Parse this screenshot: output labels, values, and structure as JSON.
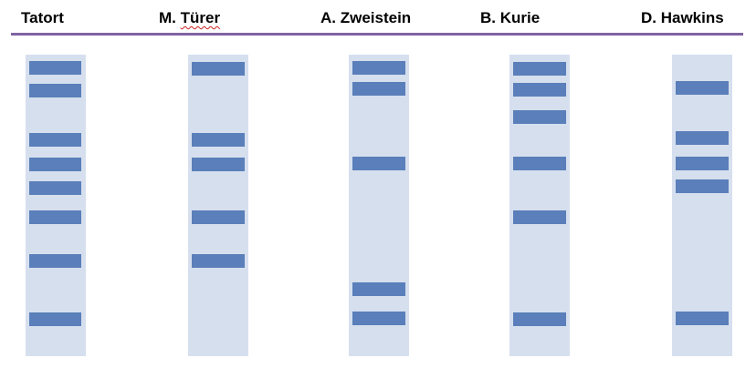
{
  "colors": {
    "lane_fill": "#d6dfee",
    "band_fill": "#5a7fba",
    "divider": "#8064a2",
    "spellcheck_underline": "#d02020"
  },
  "lanes": [
    {
      "label": "Tatort",
      "band_count": 8
    },
    {
      "label_prefix": "M. ",
      "label_flagged": "Türer",
      "band_count": 5
    },
    {
      "label": "A. Zweistein",
      "band_count": 5
    },
    {
      "label": "B. Kurie",
      "band_count": 6
    },
    {
      "label": "D. Hawkins",
      "band_count": 5
    }
  ]
}
